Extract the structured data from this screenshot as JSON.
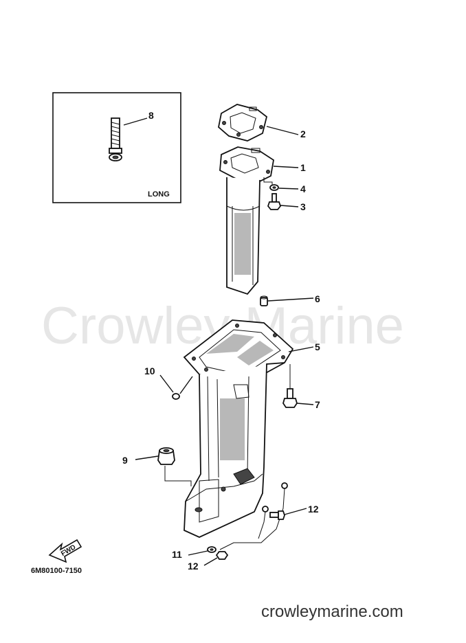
{
  "watermark": "Crowley Marine",
  "website": "crowleymarine.com",
  "diagram_code": "6M80100-7150",
  "inset_label": "LONG",
  "fwd_label": "FWD",
  "callouts": {
    "p1": "1",
    "p2": "2",
    "p3": "3",
    "p4": "4",
    "p5": "5",
    "p6": "6",
    "p7": "7",
    "p8": "8",
    "p9": "9",
    "p10": "10",
    "p11": "11",
    "p12a": "12",
    "p12b": "12"
  }
}
